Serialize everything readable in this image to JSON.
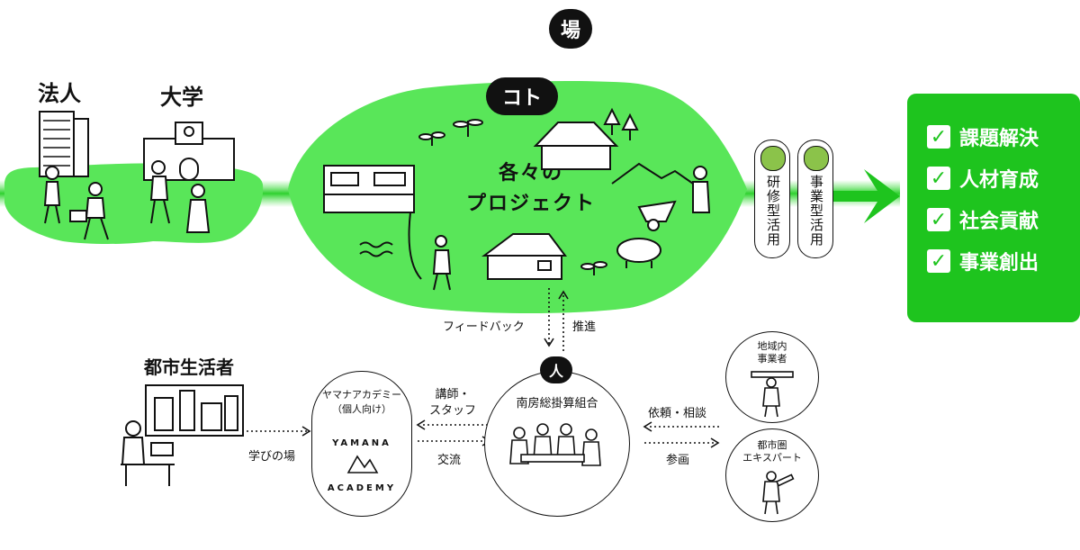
{
  "top_label": "場",
  "center_pill": "コト",
  "center_title_line1": "各々の",
  "center_title_line2": "プロジェクト",
  "left_labels": {
    "corporate": "法人",
    "university": "大学"
  },
  "tabs": [
    {
      "label": "研修型活用"
    },
    {
      "label": "事業型活用"
    }
  ],
  "results": [
    {
      "label": "課題解決"
    },
    {
      "label": "人材育成"
    },
    {
      "label": "社会貢献"
    },
    {
      "label": "事業創出"
    }
  ],
  "arrows": {
    "feedback": "フィードバック",
    "promotion": "推進"
  },
  "people_pill": "人",
  "urban_residents": "都市生活者",
  "learning_place": "学びの場",
  "academy": {
    "line1": "ヤマナアカデミー",
    "line2": "（個人向け）",
    "arc_top": "YAMANA",
    "arc_bottom": "ACADEMY"
  },
  "instructor_staff_line1": "講師・",
  "instructor_staff_line2": "スタッフ",
  "exchange": "交流",
  "cooperative": "南房総掛算組合",
  "request": "依頼・相談",
  "participation": "参画",
  "local_business": {
    "line1": "地域内",
    "line2": "事業者"
  },
  "urban_expert": {
    "line1": "都市圏",
    "line2": "エキスパート"
  },
  "colors": {
    "green": "#59e659",
    "dark_green": "#1ec41e",
    "black": "#111111"
  }
}
